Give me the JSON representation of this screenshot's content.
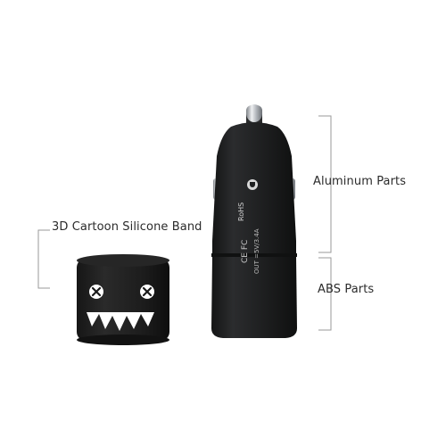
{
  "callouts": {
    "band": "3D Cartoon Silicone Band",
    "aluminum": "Aluminum Parts",
    "abs": "ABS Parts"
  },
  "charger_markings": {
    "line1": "RoHS",
    "line2": "CE FC",
    "line3": "OUT =5V/3.4A"
  },
  "colors": {
    "body": "#1e1f20",
    "metal": "#c9ccd0",
    "band_face": "#ffffff",
    "callout_line": "#9a9a9a"
  }
}
